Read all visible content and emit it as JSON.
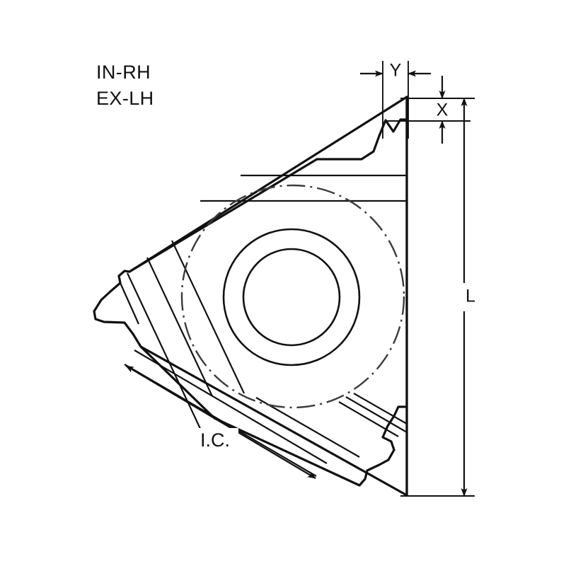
{
  "drawing": {
    "title": "Threading insert geometry diagram",
    "background_color": "#ffffff",
    "line_color": "#111111",
    "centerline_color": "#3b3b3b",
    "hand_labels": {
      "line1": "IN-RH",
      "line2": "EX-LH"
    },
    "dimensions": {
      "y": "Y",
      "x": "X",
      "l": "L",
      "ic": "I.C."
    },
    "icons": {
      "arrow": "arrowhead",
      "centerline": "dash-dot-circle"
    }
  }
}
